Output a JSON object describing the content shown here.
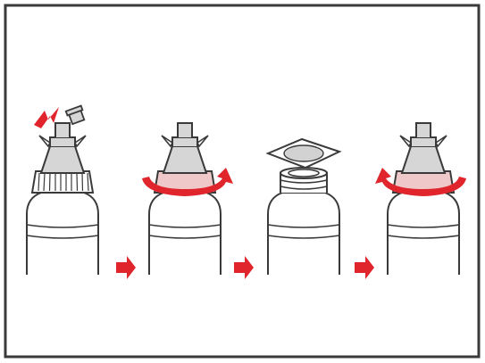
{
  "figure": {
    "kind": "instruction-illustration",
    "steps": [
      {
        "step": 1,
        "action": "snap-off-tip-cap",
        "icons": [
          "bottle-icon",
          "broken-cap-icon",
          "snap-spark-icon"
        ]
      },
      {
        "step": 2,
        "action": "twist-off-cap",
        "direction": "counterclockwise",
        "icons": [
          "bottle-icon",
          "rotate-arrow-icon"
        ]
      },
      {
        "step": 3,
        "action": "remove-seal",
        "icons": [
          "open-bottle-icon",
          "seal-icon"
        ]
      },
      {
        "step": 4,
        "action": "twist-on-cap",
        "direction": "clockwise",
        "icons": [
          "bottle-icon",
          "rotate-arrow-icon"
        ]
      }
    ],
    "transitions": [
      "arrow-right-icon",
      "arrow-right-icon",
      "arrow-right-icon"
    ]
  },
  "colors": {
    "accent": "#e0262c",
    "outline": "#3a3a3a",
    "cap_fill": "#d6d6d6",
    "band_fill": "#efc9c9",
    "seal_fill": "#d2d2d2",
    "background": "#ffffff"
  }
}
